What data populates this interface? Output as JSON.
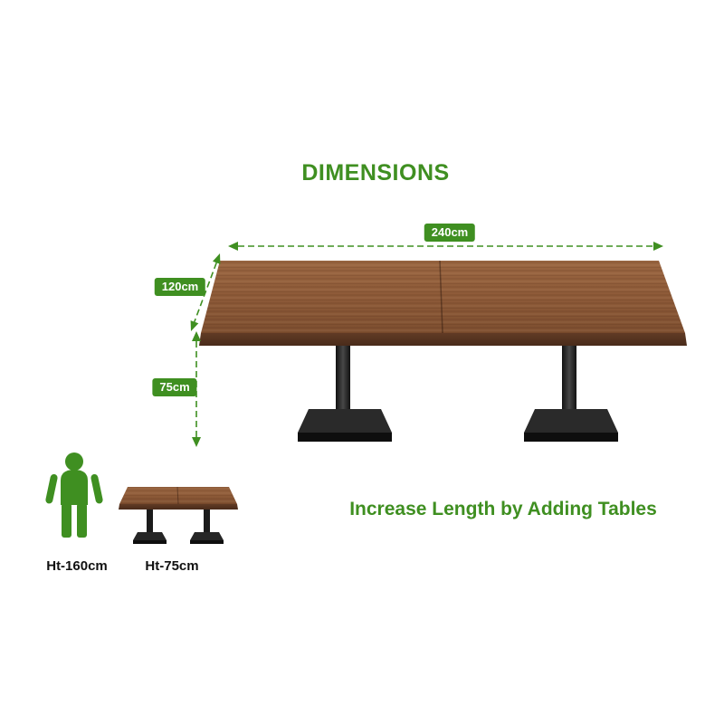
{
  "title": "DIMENSIONS",
  "dimensions": {
    "length": "240cm",
    "depth": "120cm",
    "height": "75cm"
  },
  "scale_figures": {
    "person_label": "Ht-160cm",
    "table_label": "Ht-75cm"
  },
  "note": "Increase Length by Adding Tables",
  "icons": {
    "person": "person-icon",
    "width_arrow": "width-dimension-arrow",
    "depth_arrow": "depth-dimension-arrow",
    "height_arrow": "height-dimension-arrow"
  },
  "colors": {
    "accent_green": "#3f8f21",
    "wood": "#8d5a38",
    "wood_edge": "#5a3622",
    "metal_black": "#1a1a1a"
  }
}
